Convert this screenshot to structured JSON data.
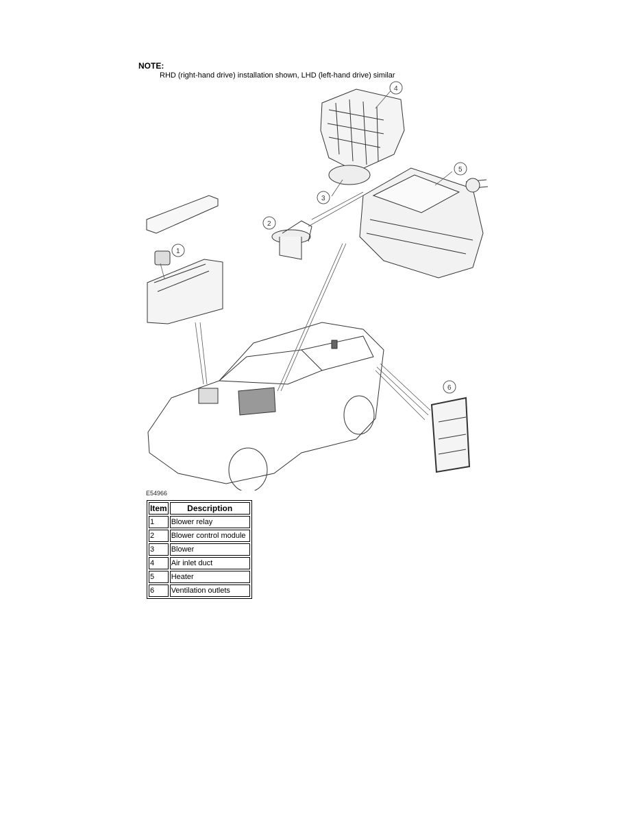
{
  "note": {
    "label": "NOTE:",
    "text": "RHD (right-hand drive) installation shown, LHD (left-hand drive) similar"
  },
  "figure": {
    "id": "E54966",
    "callouts": [
      {
        "number": "1",
        "component": "blower-relay"
      },
      {
        "number": "2",
        "component": "blower-control-module"
      },
      {
        "number": "3",
        "component": "blower"
      },
      {
        "number": "4",
        "component": "air-inlet-duct"
      },
      {
        "number": "5",
        "component": "heater"
      },
      {
        "number": "6",
        "component": "ventilation-outlets"
      }
    ]
  },
  "table": {
    "headers": {
      "item": "Item",
      "description": "Description"
    },
    "rows": [
      {
        "item": "1",
        "description": "Blower relay"
      },
      {
        "item": "2",
        "description": "Blower control module"
      },
      {
        "item": "3",
        "description": "Blower"
      },
      {
        "item": "4",
        "description": "Air inlet duct"
      },
      {
        "item": "5",
        "description": "Heater"
      },
      {
        "item": "6",
        "description": "Ventilation outlets"
      }
    ]
  }
}
